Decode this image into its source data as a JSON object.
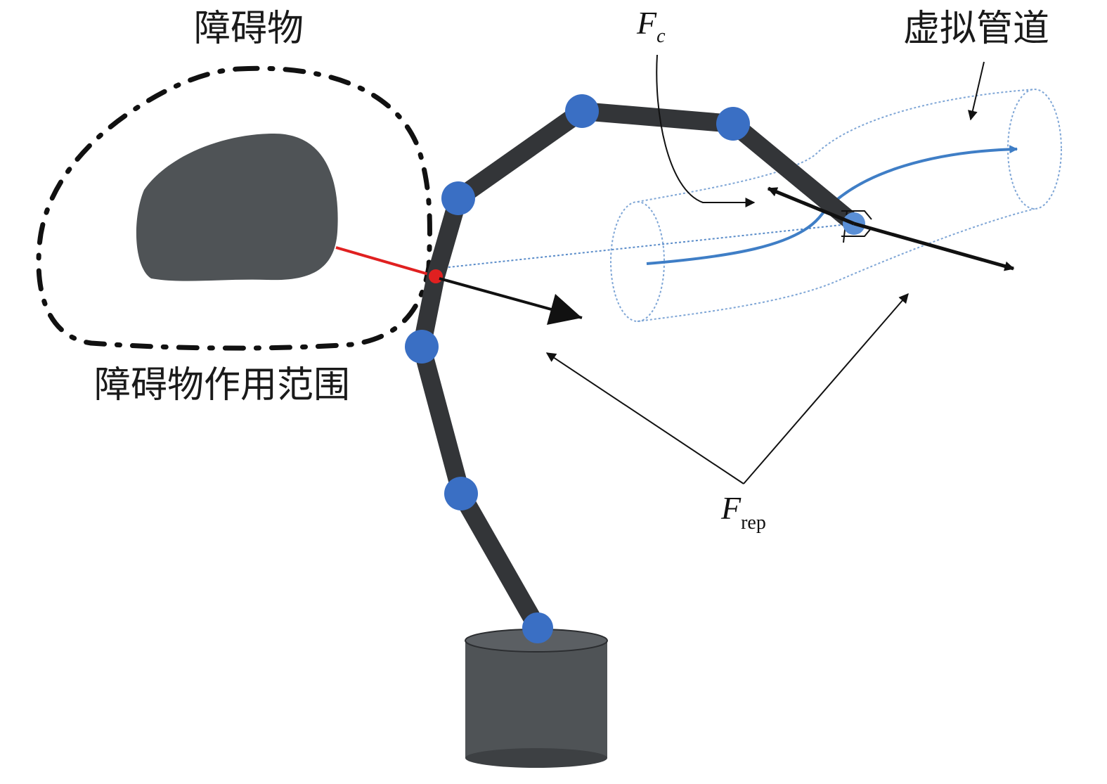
{
  "labels": {
    "obstacle": "障碍物",
    "obstacle_range": "障碍物作用范围",
    "virtual_pipe": "虚拟管道",
    "fc_main": "F",
    "fc_sub": "c",
    "frep_main": "F",
    "frep_sub": "rep"
  },
  "colors": {
    "joint": "#3a6fc4",
    "link": "#333538",
    "obstacle": "#4f5356",
    "base": "#4f5356",
    "closest_point": "#e02020",
    "pipe": "#7fa6d6",
    "pipe_curve": "#3f7ec6"
  }
}
